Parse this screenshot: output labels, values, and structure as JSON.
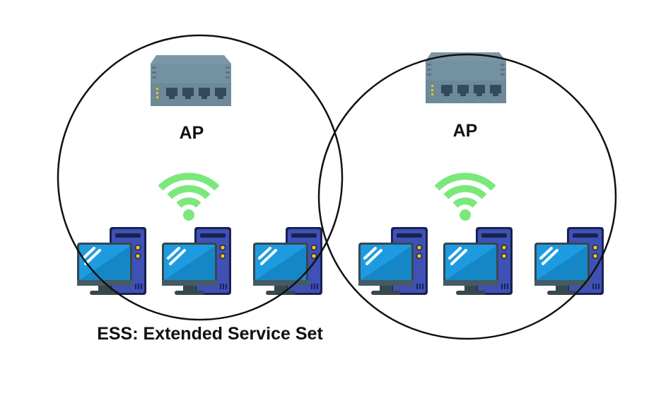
{
  "diagram": {
    "caption": "ESS: Extended Service Set",
    "cells": [
      {
        "ap_label": "AP"
      },
      {
        "ap_label": "AP"
      }
    ]
  },
  "colors": {
    "circle_stroke": "#111111",
    "ap_body": "#6d8a99",
    "ap_top": "#7b97a6",
    "ap_port": "#34495e",
    "ap_led": "#f1c40f",
    "wifi": "#7be87b",
    "tower": "#3f51b5",
    "tower_dark": "#1a2252",
    "monitor_screen": "#1e9be0",
    "monitor_frame": "#37474f",
    "monitor_stand": "#455a64"
  },
  "icons": [
    "access-point-icon",
    "wifi-icon",
    "desktop-computer-icon"
  ]
}
